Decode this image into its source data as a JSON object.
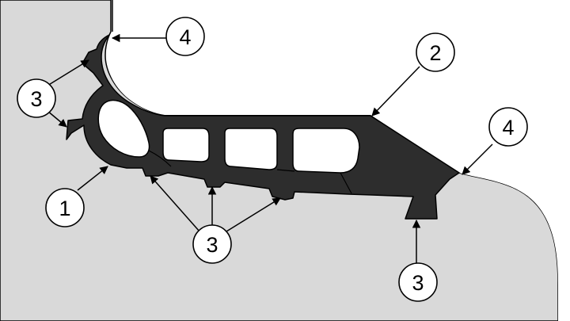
{
  "colors": {
    "substrate": "#d9d9d9",
    "profile": "#2d2d2d",
    "outline": "#000000",
    "cavity": "#ffffff",
    "background": "#ffffff"
  },
  "callouts": [
    {
      "id": "left-3",
      "label": "3"
    },
    {
      "id": "top-4",
      "label": "4"
    },
    {
      "id": "top-2",
      "label": "2"
    },
    {
      "id": "right-4",
      "label": "4"
    },
    {
      "id": "left-1",
      "label": "1"
    },
    {
      "id": "bottom-3",
      "label": "3"
    },
    {
      "id": "right-3",
      "label": "3"
    }
  ]
}
